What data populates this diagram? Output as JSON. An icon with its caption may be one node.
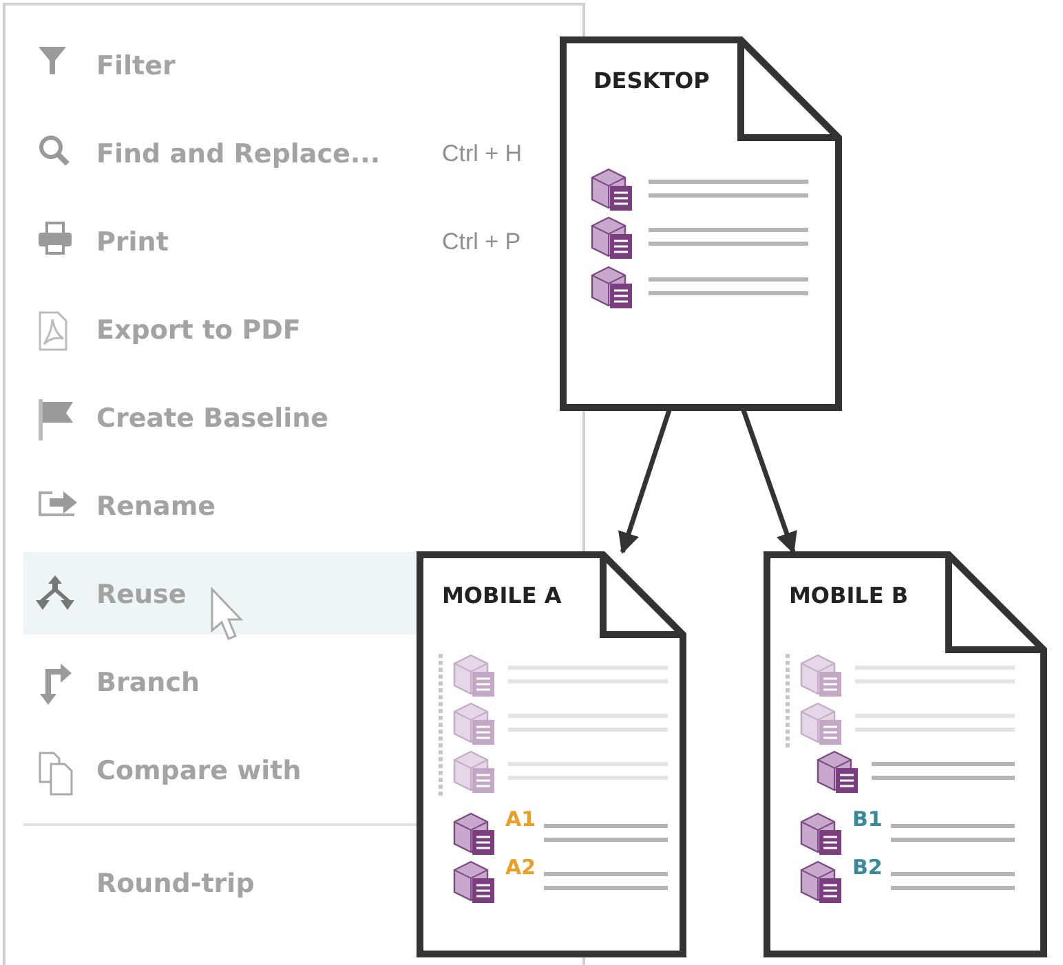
{
  "diagram": {
    "nodes": [
      {
        "text": [
          "DESKTOP"
        ]
      },
      {
        "text": [
          "MOBILE A",
          "A1",
          "A2"
        ]
      },
      {
        "text": [
          "MOBILE B",
          "B1",
          "B2"
        ]
      }
    ],
    "edges": [
      {
        "from": 0,
        "to": 1,
        "arrow": "to"
      },
      {
        "from": 0,
        "to": 2,
        "arrow": "to"
      }
    ],
    "labels": [
      "Filter",
      "Find and Replace...",
      "Ctrl + H",
      "Print",
      "Ctrl + P",
      "Export to PDF",
      "Create Baseline",
      "Rename",
      "Reuse",
      "Branch",
      "Compare with",
      "Round-trip"
    ]
  }
}
